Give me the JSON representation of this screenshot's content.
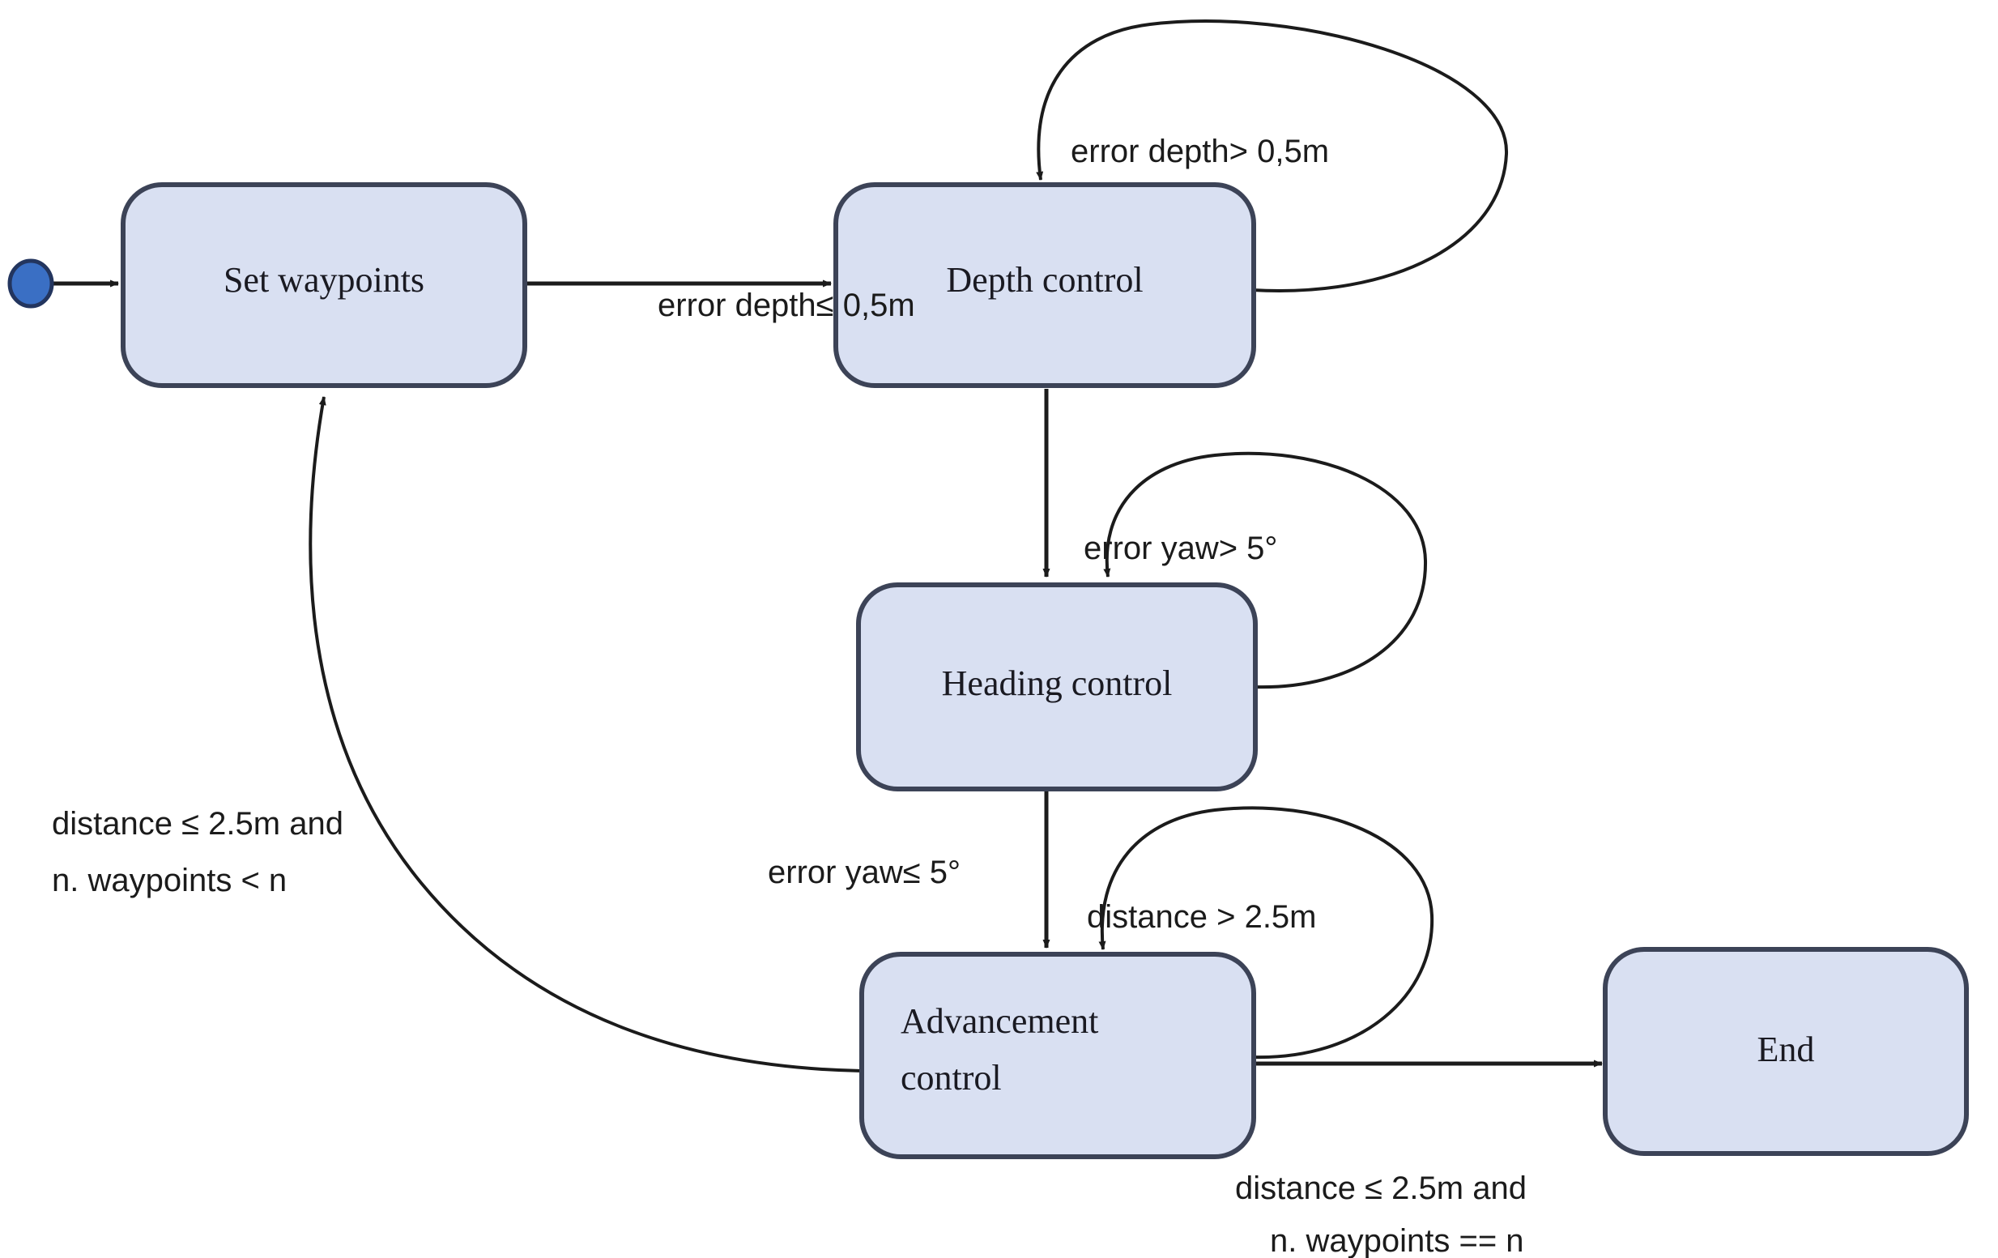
{
  "diagram": {
    "title": "AUV waypoint navigation state machine",
    "type": "state-machine-flowchart",
    "colors": {
      "node_fill": "#d9e0f2",
      "node_border": "#3c4357",
      "start_node_fill": "#3a6fc4",
      "start_node_border": "#23355e",
      "edge_stroke": "#1b1b1b",
      "background": "#ffffff"
    },
    "start_node": {
      "name": "start",
      "label": ""
    },
    "nodes": [
      {
        "id": "set_waypoints",
        "label": "Set waypoints",
        "label_line2": ""
      },
      {
        "id": "depth_control",
        "label": "Depth control",
        "label_line2": ""
      },
      {
        "id": "heading_control",
        "label": "Heading control",
        "label_line2": ""
      },
      {
        "id": "advancement_control",
        "label": "Advancement",
        "label_line2": "control"
      },
      {
        "id": "end",
        "label": "End",
        "label_line2": ""
      }
    ],
    "edges": [
      {
        "id": "start_to_set",
        "from": "start",
        "to": "set_waypoints",
        "label": ""
      },
      {
        "id": "set_to_depth",
        "from": "set_waypoints",
        "to": "depth_control",
        "label": ""
      },
      {
        "id": "depth_self",
        "from": "depth_control",
        "to": "depth_control",
        "label": "error depth> 0,5m"
      },
      {
        "id": "depth_to_heading",
        "from": "depth_control",
        "to": "heading_control",
        "label": "error depth≤ 0,5m"
      },
      {
        "id": "heading_self",
        "from": "heading_control",
        "to": "heading_control",
        "label": "error yaw> 5°"
      },
      {
        "id": "heading_to_advance",
        "from": "heading_control",
        "to": "advancement_control",
        "label": "error yaw≤ 5°"
      },
      {
        "id": "advance_self",
        "from": "advancement_control",
        "to": "advancement_control",
        "label": "distance > 2.5m"
      },
      {
        "id": "advance_to_set",
        "from": "advancement_control",
        "to": "set_waypoints",
        "label": "distance ≤ 2.5m and",
        "label_line2": "n. waypoints < n"
      },
      {
        "id": "advance_to_end",
        "from": "advancement_control",
        "to": "end",
        "label": "distance ≤ 2.5m and",
        "label_line2": "n. waypoints == n"
      }
    ]
  }
}
